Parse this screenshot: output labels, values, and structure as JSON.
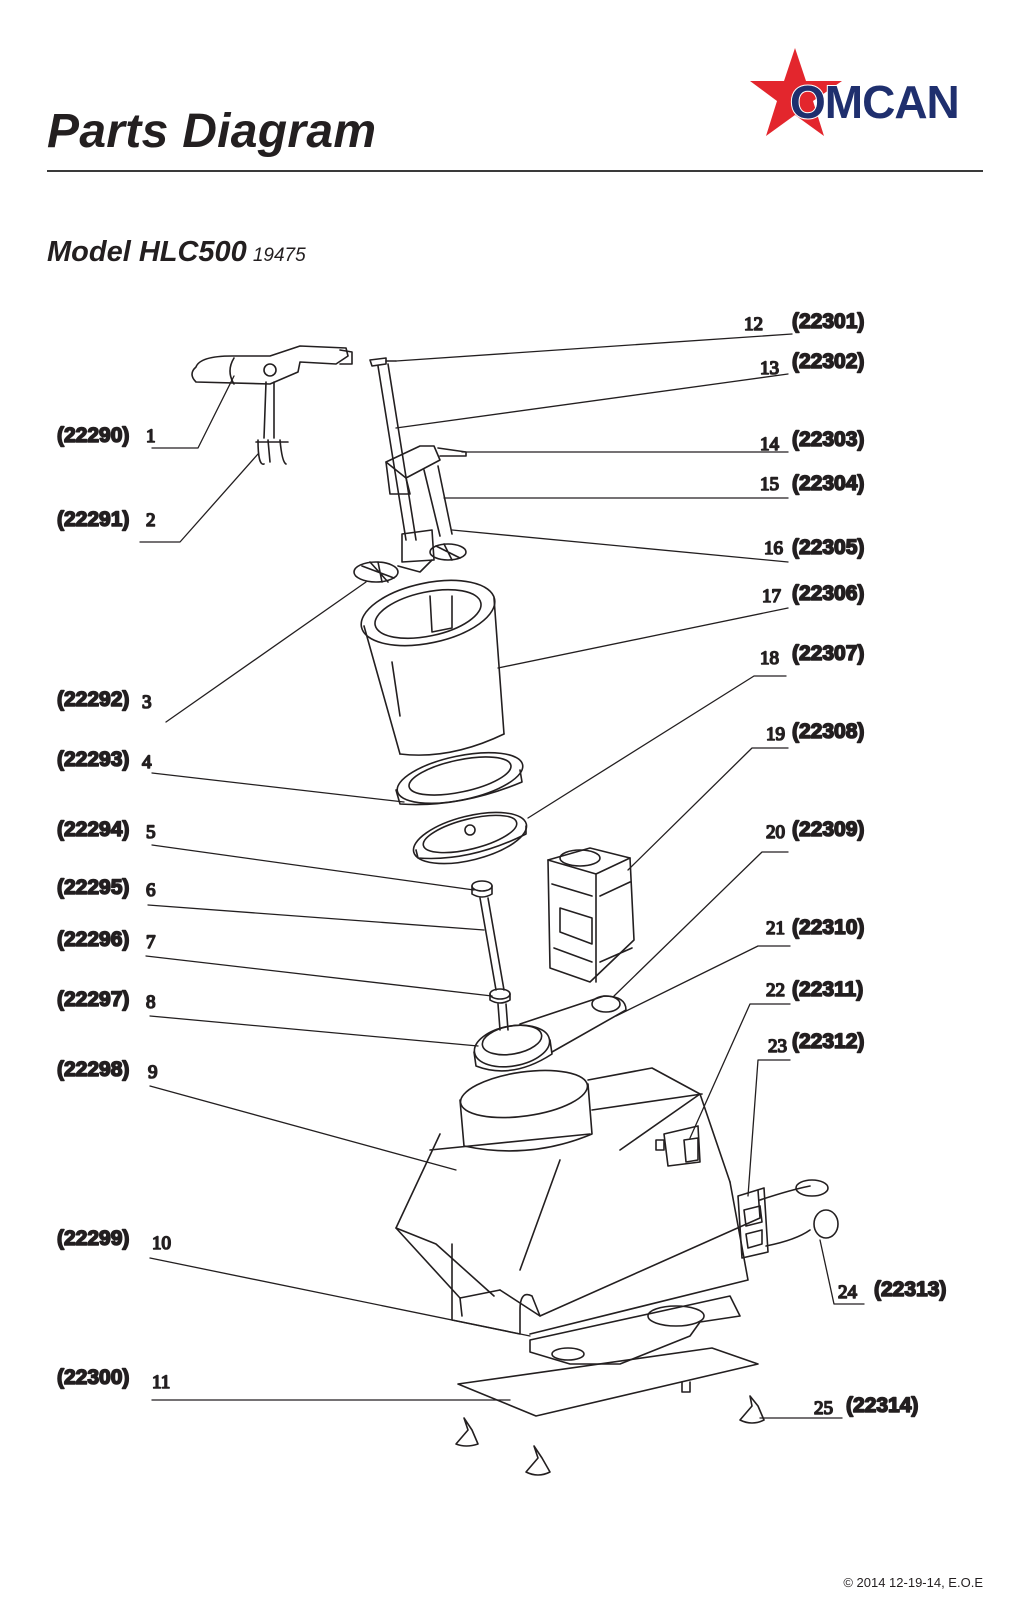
{
  "header": {
    "title": "Parts Diagram",
    "brand": "OMCAN",
    "brand_colors": {
      "star": "#e3262d",
      "wordmark": "#1f2f6e"
    }
  },
  "model": {
    "label": "Model HLC500",
    "number": "19475"
  },
  "parts": [
    {
      "num": "1",
      "code": "(22290)"
    },
    {
      "num": "2",
      "code": "(22291)"
    },
    {
      "num": "3",
      "code": "(22292)"
    },
    {
      "num": "4",
      "code": "(22293)"
    },
    {
      "num": "5",
      "code": "(22294)"
    },
    {
      "num": "6",
      "code": "(22295)"
    },
    {
      "num": "7",
      "code": "(22296)"
    },
    {
      "num": "8",
      "code": "(22297)"
    },
    {
      "num": "9",
      "code": "(22298)"
    },
    {
      "num": "10",
      "code": "(22299)"
    },
    {
      "num": "11",
      "code": "(22300)"
    },
    {
      "num": "12",
      "code": "(22301)"
    },
    {
      "num": "13",
      "code": "(22302)"
    },
    {
      "num": "14",
      "code": "(22303)"
    },
    {
      "num": "15",
      "code": "(22304)"
    },
    {
      "num": "16",
      "code": "(22305)"
    },
    {
      "num": "17",
      "code": "(22306)"
    },
    {
      "num": "18",
      "code": "(22307)"
    },
    {
      "num": "19",
      "code": "(22308)"
    },
    {
      "num": "20",
      "code": "(22309)"
    },
    {
      "num": "21",
      "code": "(22310)"
    },
    {
      "num": "22",
      "code": "(22311)"
    },
    {
      "num": "23",
      "code": "(22312)"
    },
    {
      "num": "24",
      "code": "(22313)"
    },
    {
      "num": "25",
      "code": "(22314)"
    }
  ],
  "footer": {
    "copyright": "© 2014 12-19-14, E.O.E"
  }
}
